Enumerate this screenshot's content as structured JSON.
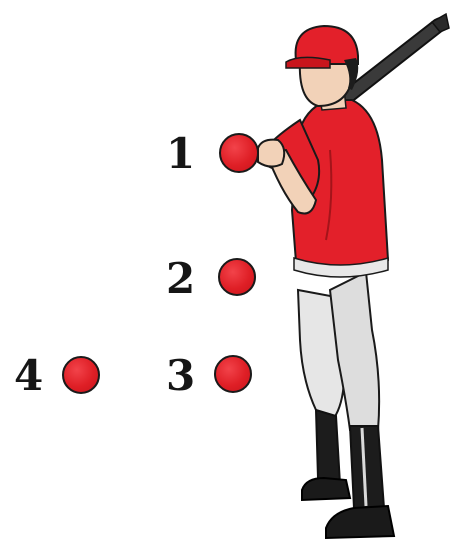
{
  "markers": [
    {
      "label": "1",
      "color": "#e0242b"
    },
    {
      "label": "2",
      "color": "#e0242b"
    },
    {
      "label": "3",
      "color": "#e0242b"
    },
    {
      "label": "4",
      "color": "#e0242b"
    }
  ],
  "colors": {
    "jersey": "#e3202a",
    "cap": "#e3202a",
    "pants": "#dcdcdc",
    "socks": "#1c1c1c",
    "skin": "#f2d2b8",
    "bat": "#3a3a3a"
  }
}
